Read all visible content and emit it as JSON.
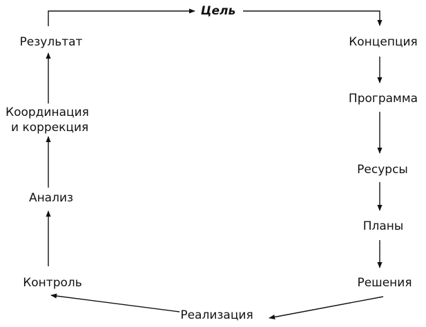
{
  "diagram": {
    "goal": "Цель",
    "right_column": [
      "Концепция",
      "Программа",
      "Ресурсы",
      "Планы",
      "Решения"
    ],
    "bottom": "Реализация",
    "left_column": [
      "Контроль",
      "Анализ",
      "Координация",
      "и коррекция",
      "Результат"
    ]
  }
}
